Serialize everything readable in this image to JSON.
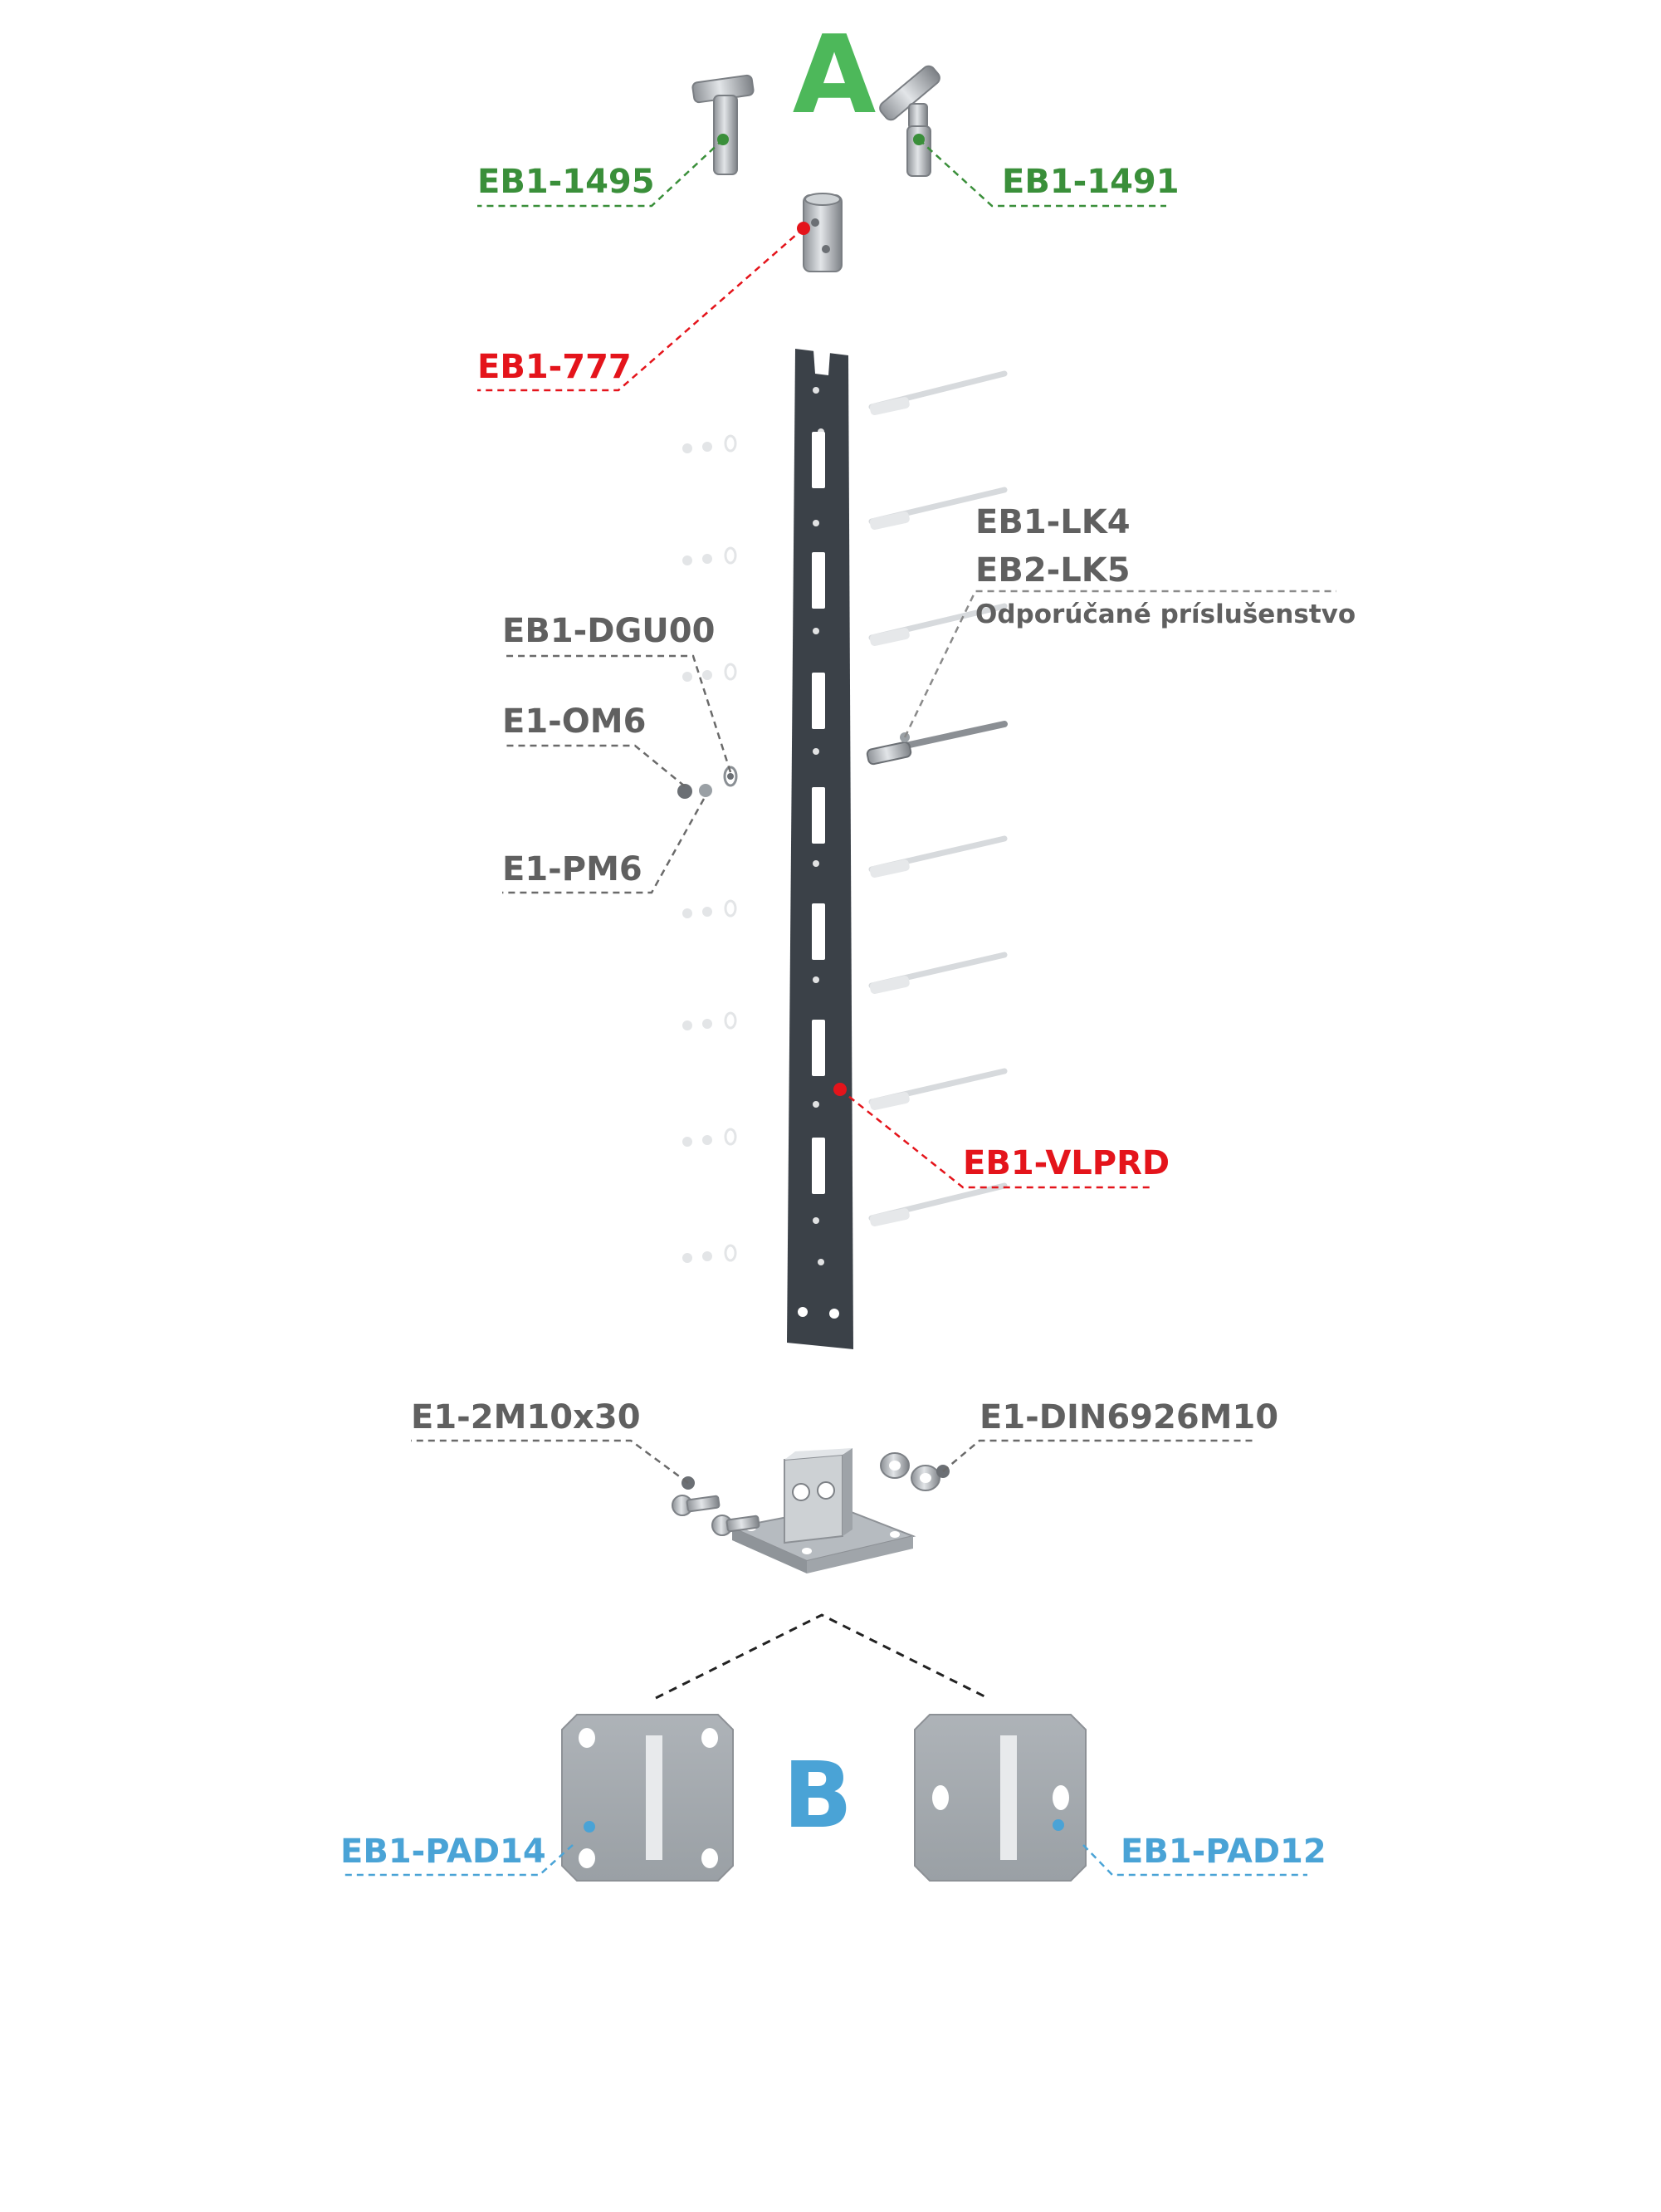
{
  "colors": {
    "green": "#3a8f3a",
    "bright_green": "#4db85a",
    "red": "#e4141b",
    "gray": "#606060",
    "blue": "#4aa3d6",
    "post": "#3b4148",
    "plate": "#a6abb0"
  },
  "group_a": {
    "letter": "A"
  },
  "group_b": {
    "letter": "B"
  },
  "labels": {
    "eb1_1495": "EB1-1495",
    "eb1_1491": "EB1-1491",
    "eb1_777": "EB1-777",
    "eb1_lk4": "EB1-LK4",
    "eb2_lk5": "EB2-LK5",
    "accessories_note": "Odporúčané príslušenstvo",
    "eb1_dgu00": "EB1-DGU00",
    "e1_om6": "E1-OM6",
    "e1_pm6": "E1-PM6",
    "eb1_vlprd": "EB1-VLPRD",
    "e1_2m10x30": "E1-2M10x30",
    "e1_din6926m10": "E1-DIN6926M10",
    "eb1_pad14": "EB1-PAD14",
    "eb1_pad12": "EB1-PAD12"
  },
  "icons": [
    "t-handrail-holder-icon",
    "adjustable-handrail-holder-icon",
    "post-adapter-icon",
    "vertical-post-icon",
    "rod-holder-icon",
    "screw-set-icon",
    "base-bracket-icon",
    "pad-plate-icon"
  ]
}
